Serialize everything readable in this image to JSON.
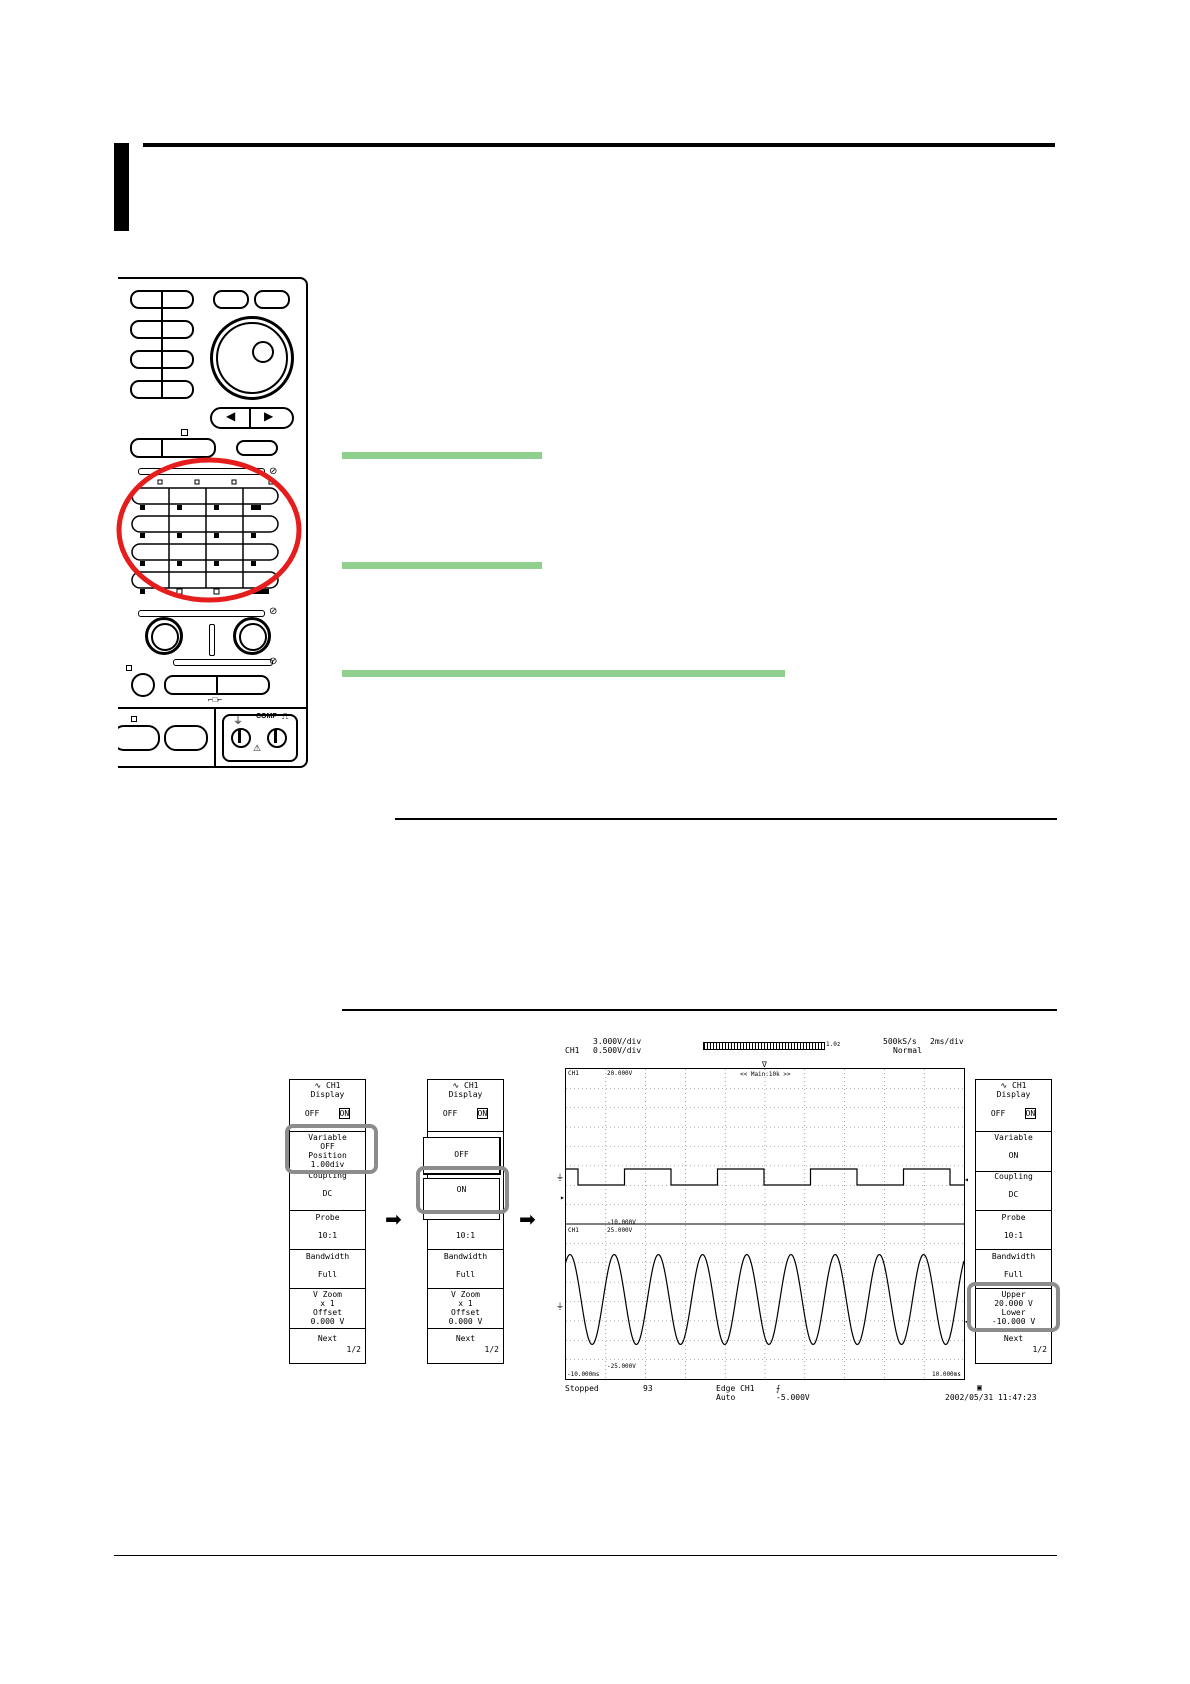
{
  "panel": {
    "comp_label": "COMP"
  },
  "menu1": {
    "title": "CH1",
    "display_label": "Display",
    "display_off": "OFF",
    "display_on": "ON",
    "variable_label": "Variable",
    "variable_value": "OFF",
    "position_label": "Position",
    "position_value": "1.00div",
    "coupling_label": "Coupling",
    "coupling_value": "DC",
    "probe_label": "Probe",
    "probe_value": "10:1",
    "bandwidth_label": "Bandwidth",
    "bandwidth_value": "Full",
    "vzoom_label": "V Zoom",
    "vzoom_value": "x 1",
    "offset_label": "Offset",
    "offset_value": "0.000 V",
    "next_label": "Next",
    "next_page": "1/2"
  },
  "menu2": {
    "title": "CH1",
    "display_label": "Display",
    "display_off": "OFF",
    "display_on": "ON",
    "option_off": "OFF",
    "option_on": "ON",
    "probe_value": "10:1",
    "bandwidth_label": "Bandwidth",
    "bandwidth_value": "Full",
    "vzoom_label": "V Zoom",
    "vzoom_value": "x 1",
    "offset_label": "Offset",
    "offset_value": "0.000 V",
    "next_label": "Next",
    "next_page": "1/2"
  },
  "menu3": {
    "title": "CH1",
    "display_label": "Display",
    "display_off": "OFF",
    "display_on": "ON",
    "variable_label": "Variable",
    "variable_value": "ON",
    "coupling_label": "Coupling",
    "coupling_value": "DC",
    "probe_label": "Probe",
    "probe_value": "10:1",
    "bandwidth_label": "Bandwidth",
    "bandwidth_value": "Full",
    "upper_label": "Upper",
    "upper_value": "20.000 V",
    "lower_label": "Lower",
    "lower_value": "-10.000 V",
    "next_label": "Next",
    "next_page": "1/2"
  },
  "scope": {
    "vdiv_1": "3.000V/div",
    "ch_label": "CH1",
    "vdiv_2": "0.500V/div",
    "sample_rate": "500kS/s",
    "time_div": "2ms/div",
    "acq_mode": "Normal",
    "record_marker": "1.0z",
    "main_label": "<< Main:10k >>",
    "upper_ch": "CH1",
    "upper_top": "20.000V",
    "upper_bottom": "-10.000V",
    "lower_ch": "CH1",
    "lower_top": "25.000V",
    "lower_bottom": "-25.000V",
    "time_left": "-10.000ms",
    "time_right": "10.000ms",
    "status": "Stopped",
    "count": "93",
    "trigger_type": "Edge CH1",
    "trigger_mode": "Auto",
    "trigger_level": "-5.000V",
    "datetime": "2002/05/31 11:47:23"
  }
}
